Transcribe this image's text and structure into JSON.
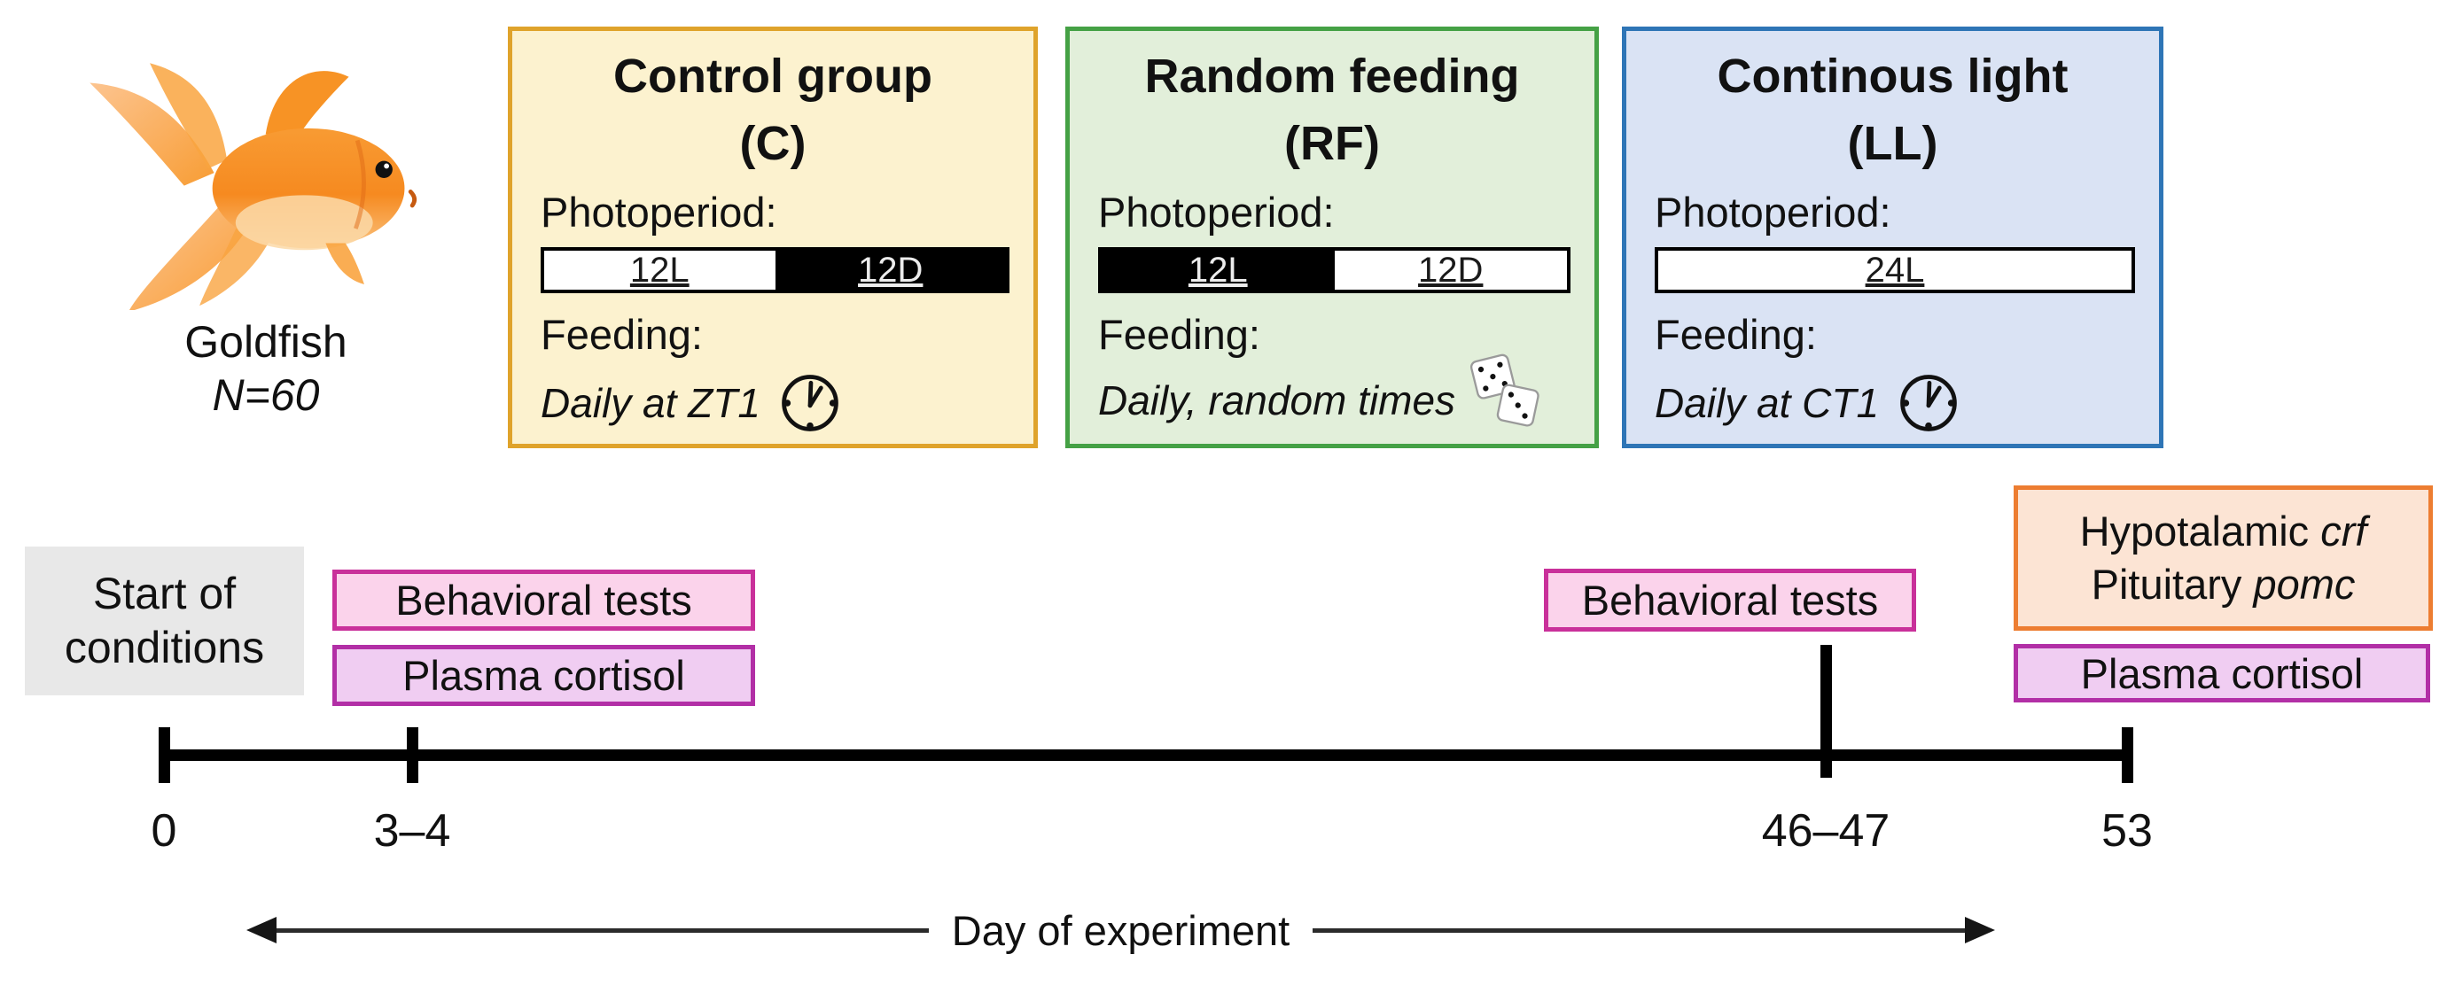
{
  "figure": {
    "subject": {
      "name": "Goldfish",
      "n": "N=60"
    },
    "groups": [
      {
        "title": "Control group",
        "abbr": "(C)",
        "photoperiod_label": "Photoperiod:",
        "segments": [
          {
            "label": "12L",
            "tone": "light"
          },
          {
            "label": "12D",
            "tone": "dark"
          }
        ],
        "feeding_label": "Feeding:",
        "feeding_text": "Daily at ZT1",
        "icon": "clock-icon",
        "fill": "#FCF2CF",
        "border": "#DFA32B"
      },
      {
        "title": "Random feeding",
        "abbr": "(RF)",
        "photoperiod_label": "Photoperiod:",
        "segments": [
          {
            "label": "12L",
            "tone": "dark"
          },
          {
            "label": "12D",
            "tone": "light"
          }
        ],
        "feeding_label": "Feeding:",
        "feeding_text": "Daily, random times",
        "icon": "dice-icon",
        "fill": "#E2EFDA",
        "border": "#45A145"
      },
      {
        "title": "Continous light",
        "abbr": "(LL)",
        "photoperiod_label": "Photoperiod:",
        "segments": [
          {
            "label": "24L",
            "tone": "light"
          }
        ],
        "feeding_label": "Feeding:",
        "feeding_text": "Daily at CT1",
        "icon": "clock-icon",
        "fill": "#DAE3F4",
        "border": "#2E75B6"
      }
    ],
    "timeline": {
      "start_box": {
        "line1": "Start of",
        "line2": "conditions",
        "fill": "#E8E8E8"
      },
      "events": {
        "behavioral_left": "Behavioral tests",
        "plasma_left": "Plasma cortisol",
        "behavioral_right": "Behavioral tests",
        "plasma_right": "Plasma cortisol",
        "sampling_line1_regular": "Hypotalamic ",
        "sampling_line1_italic": "crf",
        "sampling_line2_regular": "Pituitary ",
        "sampling_line2_italic": "pomc"
      },
      "tick_labels": [
        "0",
        "3–4",
        "46–47",
        "53"
      ],
      "axis_label": "Day of experiment"
    },
    "palette": {
      "behavioral_fill": "#FBD3EB",
      "behavioral_border": "#C9309A",
      "plasma_fill": "#F0CDF2",
      "plasma_border": "#B22FA6",
      "sampling_fill": "#FCE4D4",
      "sampling_border": "#ED7D31",
      "timeline_color": "#000000"
    }
  }
}
